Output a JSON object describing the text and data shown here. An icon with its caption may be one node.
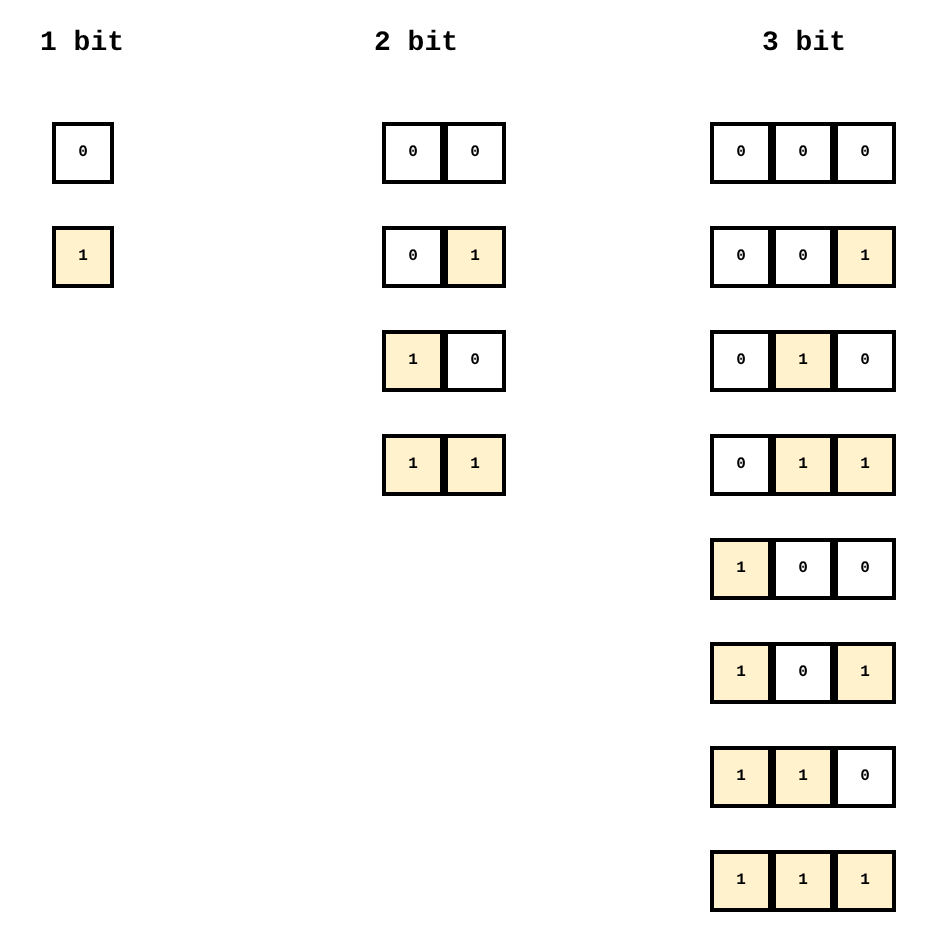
{
  "diagram": {
    "nodes": [
      {
        "text": [
          "0"
        ]
      },
      {
        "text": [
          "1"
        ]
      },
      {
        "text": [
          "0"
        ]
      },
      {
        "text": [
          "0"
        ]
      },
      {
        "text": [
          "0"
        ]
      },
      {
        "text": [
          "1"
        ]
      },
      {
        "text": [
          "1"
        ]
      },
      {
        "text": [
          "0"
        ]
      },
      {
        "text": [
          "1"
        ]
      },
      {
        "text": [
          "1"
        ]
      },
      {
        "text": [
          "0"
        ]
      },
      {
        "text": [
          "0"
        ]
      },
      {
        "text": [
          "0"
        ]
      },
      {
        "text": [
          "0"
        ]
      },
      {
        "text": [
          "0"
        ]
      },
      {
        "text": [
          "1"
        ]
      },
      {
        "text": [
          "0"
        ]
      },
      {
        "text": [
          "1"
        ]
      },
      {
        "text": [
          "0"
        ]
      },
      {
        "text": [
          "0"
        ]
      },
      {
        "text": [
          "1"
        ]
      },
      {
        "text": [
          "1"
        ]
      },
      {
        "text": [
          "1"
        ]
      },
      {
        "text": [
          "0"
        ]
      },
      {
        "text": [
          "0"
        ]
      },
      {
        "text": [
          "1"
        ]
      },
      {
        "text": [
          "0"
        ]
      },
      {
        "text": [
          "1"
        ]
      },
      {
        "text": [
          "1"
        ]
      },
      {
        "text": [
          "1"
        ]
      },
      {
        "text": [
          "0"
        ]
      },
      {
        "text": [
          "1"
        ]
      },
      {
        "text": [
          "1"
        ]
      },
      {
        "text": [
          "1"
        ]
      }
    ],
    "labels": [
      "1 bit",
      "2 bit",
      "3 bit"
    ]
  }
}
